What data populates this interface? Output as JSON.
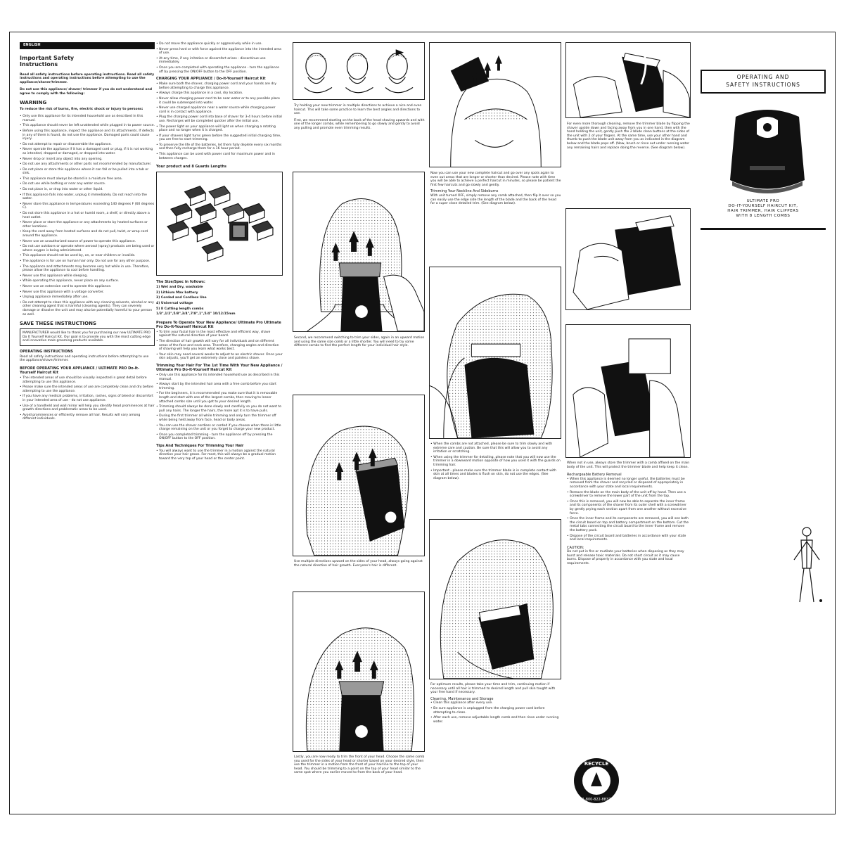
{
  "col1": {
    "lang": "ENGLISH",
    "title": "Important Safety Instructions",
    "intro": "Read all safety instructions before operating instructions. Read all safety instructions and operating instructions before attempting to use the appliance/shaver/trimmer.",
    "intro2": "Do not use this appliance/ shaver/ trimmer if you do not understand and agree to comply with the following:",
    "warning_head": "WARNING",
    "warning_sub": "To reduce the risk of burns, fire, electric shock or injury to persons:",
    "bullets": [
      "Only use this appliance for its intended household use as described in this manual.",
      "This appliance should never be left unattended while plugged in to power source.",
      "Before using this appliance, inspect the appliance and its attachments. If defects in any of them is found, do not use the appliance. Damaged parts could cause injury.",
      "Do not attempt to repair or disassemble the appliance.",
      "Never operate the appliance if it has a damaged cord or plug, if it is not working as intended, dropped or damaged, or dropped into water.",
      "Never drop or insert any object into any opening.",
      "Do not use any attachments or other parts not recommended by manufacturer.",
      "Do not place or store this appliance where it can fall or be pulled into a tub or sink.",
      "This appliance must always be stored in a moisture free area.",
      "Do not use while bathing or near any water source.",
      "Do not place in, or drop into water or other liquid.",
      "If this appliance falls into water, unplug it immediately. Do not reach into the water.",
      "Never store this appliance in temperatures exceeding 140 degrees F (60 degrees C).",
      "Do not store this appliance in a hot or humid room, a shelf, or directly above a heat outlet.",
      "Never place or store the appliance or any attachments by heated surfaces or other locations.",
      "Keep the cord away from heated surfaces and do not pull, twist, or wrap cord around the appliance.",
      "Never use an unauthorized source of power to operate this appliance.",
      "Do not use outdoors or operate where aerosol (spray) products are being used or where oxygen is being administered.",
      "This appliance should not be used by, on, or near children or invalids.",
      "The appliance is for use on human hair only. Do not use for any other purpose.",
      "The appliance and attachments may become very hot while in use. Therefore, please allow the appliance to cool before handling.",
      "Never use this appliance while sleeping.",
      "While operating this appliance, never place on any surface.",
      "Never use an extension cord to operate this appliance.",
      "Never use this appliance with a voltage converter.",
      "Unplug appliance immediately after use.",
      "Do not attempt to clean this appliance with any cleaning solvents, alcohol or any other cleaning agent that is harmful (cleaning agents). They can severely damage or dissolve the unit and may also be potentially harmful to your person as well."
    ],
    "save_head": "SAVE THESE INSTRUCTIONS",
    "thanks": "MANUFACTURER would like to thank you for purchasing our new ULTIMATE PRO Do It Yourself Haircut Kit. Our goal is to provide you with the most cutting edge and innovative male grooming products available.",
    "op_head": "OPERATING INSTRUCTIONS",
    "op_text": "Read all safety instructions and operating instructions before attempting to use the appliance/shaver/trimmer.",
    "before_head": "BEFORE OPERATING YOUR APPLIANCE / ULTIMATE PRO Do-It-Yourself Haircut Kit",
    "before_bullets": [
      "The intended areas of use should be visually inspected in great detail before attempting to use this appliance.",
      "Please make sure the intended areas of use are completely clean and dry before attempting to use the appliance.",
      "If you have any medical problems, irritation, rashes, signs of bleed or discomfort in your intended area of use - do not use appliance.",
      "Use of a handheld and wall mirror will help you identify head prominences at hair growth directions and problematic areas to be used.",
      "Avoid prominences or efficiently remove all hair. Results will vary among different individuals."
    ]
  },
  "col2": {
    "bullets_top": [
      "Do not move the appliance quickly or aggressively while in use.",
      "Never press hard or with force against the appliance into the intended area of use.",
      "At any time, if any irritation or discomfort arises - discontinue use immediately.",
      "Once you are completed with operating the appliance - turn the appliance off by pressing the ON/OFF button to the OFF position."
    ],
    "charging_head": "CHARGING YOUR APPLIANCE / Do-it-Yourself Haircut Kit",
    "charging": [
      "Make sure both the shaver, charging power cord and your hands are dry before attempting to charge this appliance.",
      "Always charge this appliance in a cool, dry location.",
      "Never allow charging power cord to be near water or to any possible place it could be submerged into water.",
      "Never use charged appliance near a water source while charging power cord is in contact with appliance.",
      "Plug the charging power cord into base of shaver for 3-4 hours before initial use. Recharges will be completed quicker after the initial use.",
      "The power light on your appliance will light on when charging a rotating place and no longer when it is charged.",
      "If your shavers light turns green before the suggested initial charging time, you are free to start trimming.",
      "To preserve the life of the batteries, let them fully deplete every six months and then fully recharge them for a 16 hour period.",
      "This appliance can be used with power cord for maximum power and in between charges."
    ],
    "guards_head": "Your product and 8 Guards Lengths",
    "specs_head": "The Size/Spec in follows:",
    "specs": [
      "1) Wet and Dry, washable",
      "2) Lithium Max battery",
      "3) Corded and Cordless Use",
      "4) Universal voltage",
      "5) 8 Cutting length combs",
      "1/3\",1/2\",5/8\",3/4\",7/8\",1\",5/4\" 10/12/15mm"
    ],
    "prepare_head": "Prepare To Operate Your New Appliance/ Ultimate Pro Ultimate Pro Do-It-Yourself Haircut Kit",
    "prepare": [
      "To trim your facial hair in the most effective and efficient way, shave against the natural direction of your beard.",
      "The direction of hair growth will vary for all individuals and on different areas of the face and neck area. Therefore, changing angles and direction of shaving will help you learn what works best.",
      "Your skin may need several weeks to adjust to an electric shaver. Once your skin adjusts, you'll get an extremely close and painless shave."
    ],
    "first_head": "Trimming Your Hair For The 1st Time With Your New Appliance / Ultimate Pro Do-It-Yourself Haircut Kit",
    "first": [
      "Only use this appliance for its intended household use as described in this manual.",
      "Always start by the intended hair area with a free comb before you start trimming.",
      "For the beginners, it is recommended you make sure that it is removable length and start with one of the largest combs, then moving to lesser attached combs size until you get to your desired length.",
      "Trimming should always be done slowly and carefully so you do not want to pull any hairs. The longer the hairs, the more apt it is to have pulls.",
      "During the first trimmer all while trimming and only turn the trimmer off while being held away from face, head or body areas.",
      "You can use the shaver cordless or corded if you choose when there is little charge remaining on the unit or you forget to charge your new product.",
      "Once you completed trimming - turn the appliance off by pressing the ON/OFF button to the OFF position."
    ],
    "tips_head": "Tips And Techniques For Trimming Your Hair",
    "tips": [
      "You will always want to use the trimmer in a motion against the natural direction your hair grows. For most, this will always be a gradual motion toward the very top of your head or the center point."
    ]
  },
  "col3": {
    "cap1": "Try holding your new trimmer in multiple directions to achieve a nice and even haircut. This will take some practice to learn the best angles and directions to use.",
    "cap1b": "First, we recommend starting on the back of the head shaving upwards and with one of the longer combs, while remembering to go slowly and gently to avoid any pulling and promote even trimming results.",
    "cap2": "Second, we recommend switching to trim your sides, again in an upward motion and using the same size comb or a little shorter. You will need to try some different combs to find the perfect length for your individual hair style.",
    "cap3": "Use multiple directions upward on the sides of your head, always going against the natural direction of hair growth. Everyone's hair is different.",
    "cap4": "Lastly, you are now ready to trim the front of your head. Choose the same comb you used for the sides of your head or shorter based on your desired style, then use the trimmer in a motion from the front of your hairline to the top of your head. You should be trimming to a point on the top of your head similar to the same spot where you earlier moved to from the back of your head."
  },
  "col4": {
    "cap1": "Now you can use your new complete haircut and go over any spots again to even out areas that are longer or shorter than desired. Please note with time you will be able to achieve a perfect haircut in minutes, so please be patient the first few haircuts and go slowly and gently.",
    "neck_head": "Trimming Your Neckline And Sideburns",
    "neck": "With unit turned OFF, simply remove any comb attached, then flip it over so you can easily use the edge side the length of the blade and the back of the head for a super close detailed trim. (See diagram below).",
    "cap2": [
      "When the combs are not attached, please be sure to trim slowly and with extreme care and caution. Be sure that this will allow you to avoid any irritation or scratching.",
      "When using the trimmer for detailing, please note that you will now use the trimmer in a downward motion opposite of how you used it with the guards on trimming hair.",
      "Important - please make sure the trimmer blade is in complete contact with skin at all times and blades is flush on skin, do not use the edges. (See diagram below)."
    ],
    "cap3": "For optimum results, please take your time and trim, continuing motion if necessary until all hair is trimmed to desired length and pull skin taught with your free hand if necessary.",
    "clean_head": "Cleaning, Maintenance and Storage",
    "clean": [
      "Clean this appliance after every use.",
      "Be sure appliance is unplugged from the charging power cord before attempting to clean.",
      "After each use, remove adjustable length comb and then rinse under running water."
    ]
  },
  "col5": {
    "cap1": "For even more thorough cleaning, remove the trimmer blade by flipping the shaver upside down and facing away from you in one hand, then with the hand holding the unit, gently push the 2 blade clean buttons at the sides of the unit with 2 of your fingers. At the same time, use your other hand and thumb to push the blade unit away from you as indicated in the diagram below and the blade pops off. (Now, brush or rinse out under running water any remaining hairs and replace doing the reverse. (See diagram below).",
    "cap2": "When not in use, always store the trimmer with a comb affixed on the main body of the unit. This will protect the trimmer blade and help keep it clean.",
    "battery_head": "Rechargeable Battery Removal",
    "battery": [
      "When this appliance is deemed no longer useful, the batteries must be removed from the shaver and recycled or disposed of appropriately in accordance with your state and local requirements.",
      "Remove the blade on the main body of the unit off by hand. Then use a screwdriver to remove the lower part of the unit from the top.",
      "Once this is removed, you will now be able to separate the inner frame and its components of the shaver from its outer shell with a screwdriver by gently prying each section apart from one another without excessive force.",
      "Once the inner frame and its components are removed, you will see both the circuit board on top and battery compartment on the bottom. Cut the metal tabs connecting the circuit board to the inner frame and remove the battery pack.",
      "Dispose of the circuit board and batteries in accordance with your state and local requirements."
    ],
    "caution_head": "CAUTION:",
    "caution": "Do not put in fire or mutilate your batteries when disposing as they may burst and release toxic materials. Do not short circuit as it may cause burns. Dispose of properly in accordance with you state and local requirements.",
    "seal_text": "RECYCLE",
    "seal_phone": "1-800-822-8837"
  },
  "cover": {
    "title_line1": "OPERATING AND",
    "title_line2": "SAFETY INSTRUCTIONS",
    "sub1": "ULTIMATE PRO",
    "sub2": "DO-IT-YOURSELF HAIRCUT KIT,",
    "sub3": "HAIR TRIMMER, HAIR CLIPPERS",
    "sub4": "WITH 8 LENGTH COMBS"
  }
}
